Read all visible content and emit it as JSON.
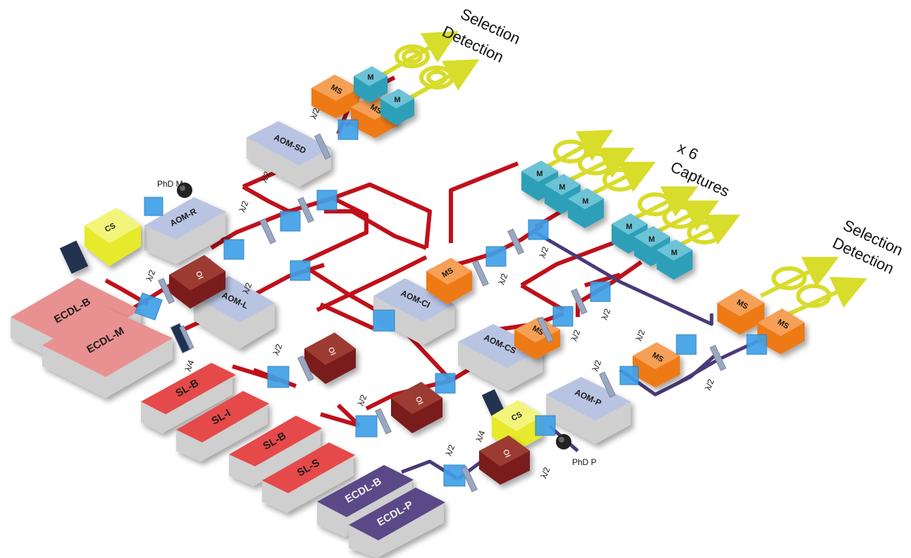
{
  "headers": {
    "sel_det_top_1": "Selection",
    "sel_det_top_2": "Detection",
    "captures_1": "x 6",
    "captures_2": "Captures",
    "sel_det_right_1": "Selection",
    "sel_det_right_2": "Detection"
  },
  "lasers": {
    "ecdl_b_red": "ECDL-B",
    "ecdl_m": "ECDL-M",
    "sl_b_1": "SL-B",
    "sl_i": "SL-I",
    "sl_b_2": "SL-B",
    "sl_s": "SL-S",
    "ecdl_b_purple": "ECDL-B",
    "ecdl_p": "ECDL-P"
  },
  "aoms": {
    "sd": "AOM-SD",
    "r": "AOM-R",
    "l": "AOM-L",
    "ci": "AOM-CI",
    "cs": "AOM-CS",
    "p": "AOM-P"
  },
  "components": {
    "cs": "CS",
    "oi": "OI",
    "ms": "MS",
    "m": "M",
    "half_wave": "λ/2",
    "quarter_wave": "λ/4",
    "phd_m": "PhD M",
    "phd_p": "PhD P"
  },
  "colors": {
    "beam_red": "#c0101a",
    "beam_purple": "#4a3a78",
    "fiber_yellow": "#d8dc2a",
    "cube_blue": "#3fa0e6",
    "aom_blue": "#b9c4e3",
    "oi_red": "#7a1f1a",
    "ms_orange": "#ee7a18",
    "m_teal": "#2e9fb8",
    "sl_red": "#e64a4a",
    "ecdl_pink": "#e99090",
    "ecdl_purple": "#5a4a86",
    "cs_yellow": "#e6ea2a"
  }
}
